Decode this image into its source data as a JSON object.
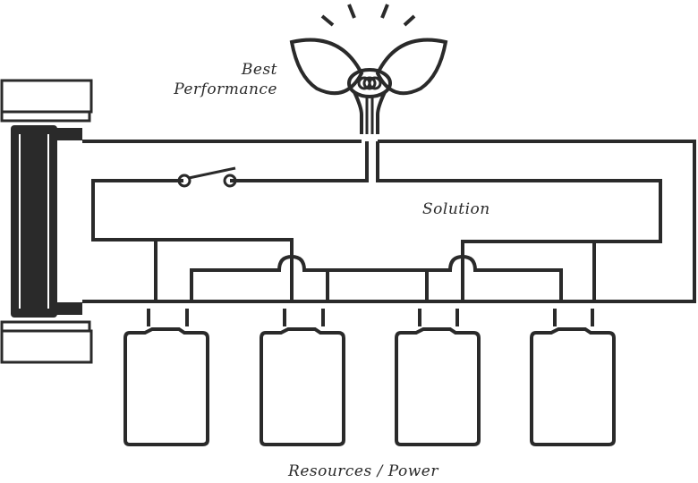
{
  "labels": {
    "best_line1": "Best",
    "best_line2": "Performance",
    "solution": "Solution",
    "resources": "Resources / Power"
  },
  "colors": {
    "line": "#2a2a2a",
    "background": "#ffffff"
  },
  "icons": {
    "output": "plant-lightbulb-icon",
    "rays": "light-rays-icon",
    "switch": "switch-icon",
    "input": "battery-icon",
    "side_unit": "generator-icon"
  }
}
